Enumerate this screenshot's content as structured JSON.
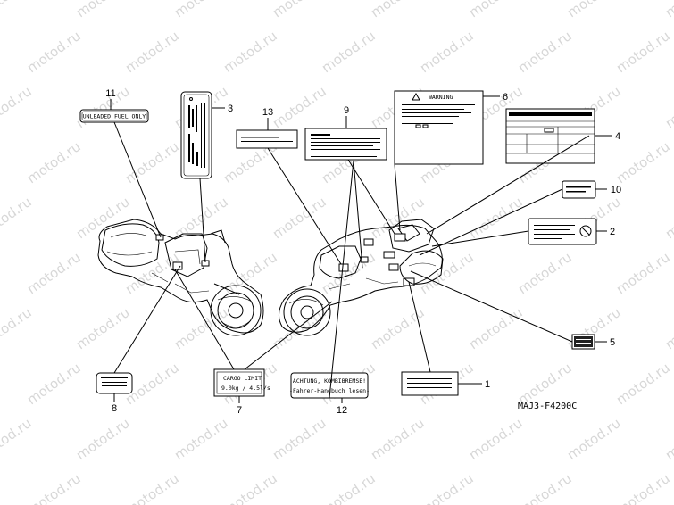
{
  "watermark": "motod.ru",
  "drawing_code": "MAJ3-F4200C",
  "callouts": {
    "c1": "1",
    "c2": "2",
    "c3": "3",
    "c4": "4",
    "c5": "5",
    "c6": "6",
    "c7": "7",
    "c8": "8",
    "c9": "9",
    "c10": "10",
    "c11": "11",
    "c12": "12",
    "c13": "13"
  },
  "labels": {
    "fuel": "UNLEADED FUEL ONLY",
    "warning": "WARNING",
    "cargo_title": "CARGO LIMIT",
    "cargo_value": "9.0kg / 4.5l/s",
    "achtung_line1": "ACHTUNG, KOMBIBREMSE!",
    "achtung_line2": "-Fahrer-Handbuch lesen-"
  }
}
